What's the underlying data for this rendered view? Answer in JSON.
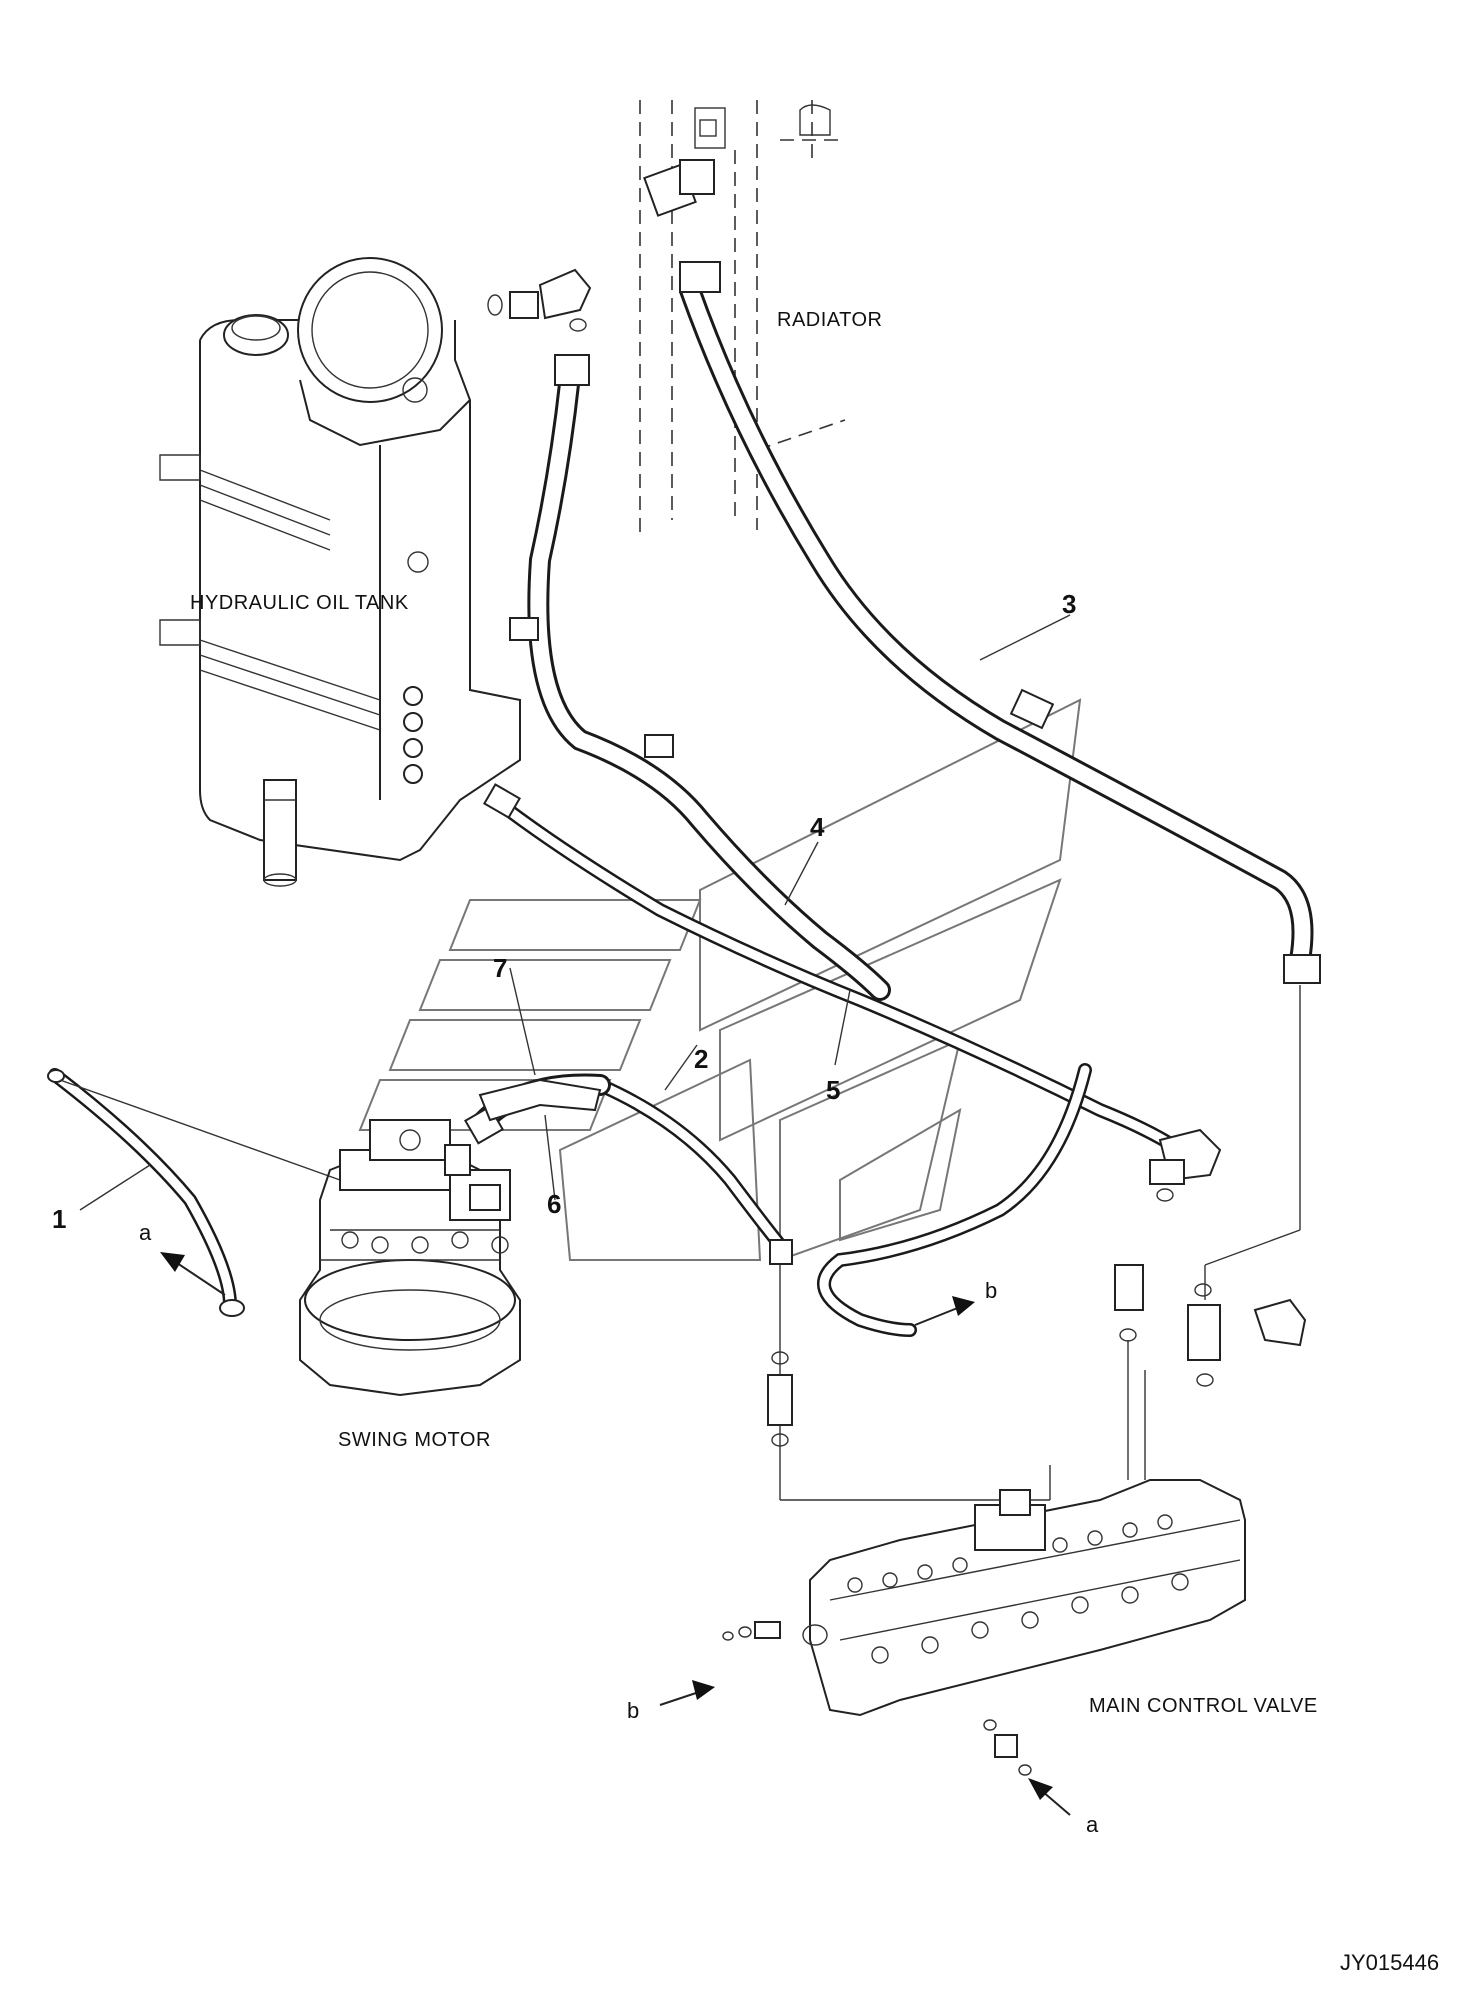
{
  "labels": {
    "radiator": "RADIATOR",
    "hydraulic_oil_tank": "HYDRAULIC OIL TANK",
    "swing_motor": "SWING MOTOR",
    "main_control_valve": "MAIN CONTROL VALVE"
  },
  "part_numbers": {
    "p1": "1",
    "p2": "2",
    "p3": "3",
    "p4": "4",
    "p5": "5",
    "p6": "6",
    "p7": "7"
  },
  "references": {
    "a_top": "a",
    "b_top": "b",
    "b_bottom": "b",
    "a_bottom": "a"
  },
  "drawing_id": "JY015446"
}
